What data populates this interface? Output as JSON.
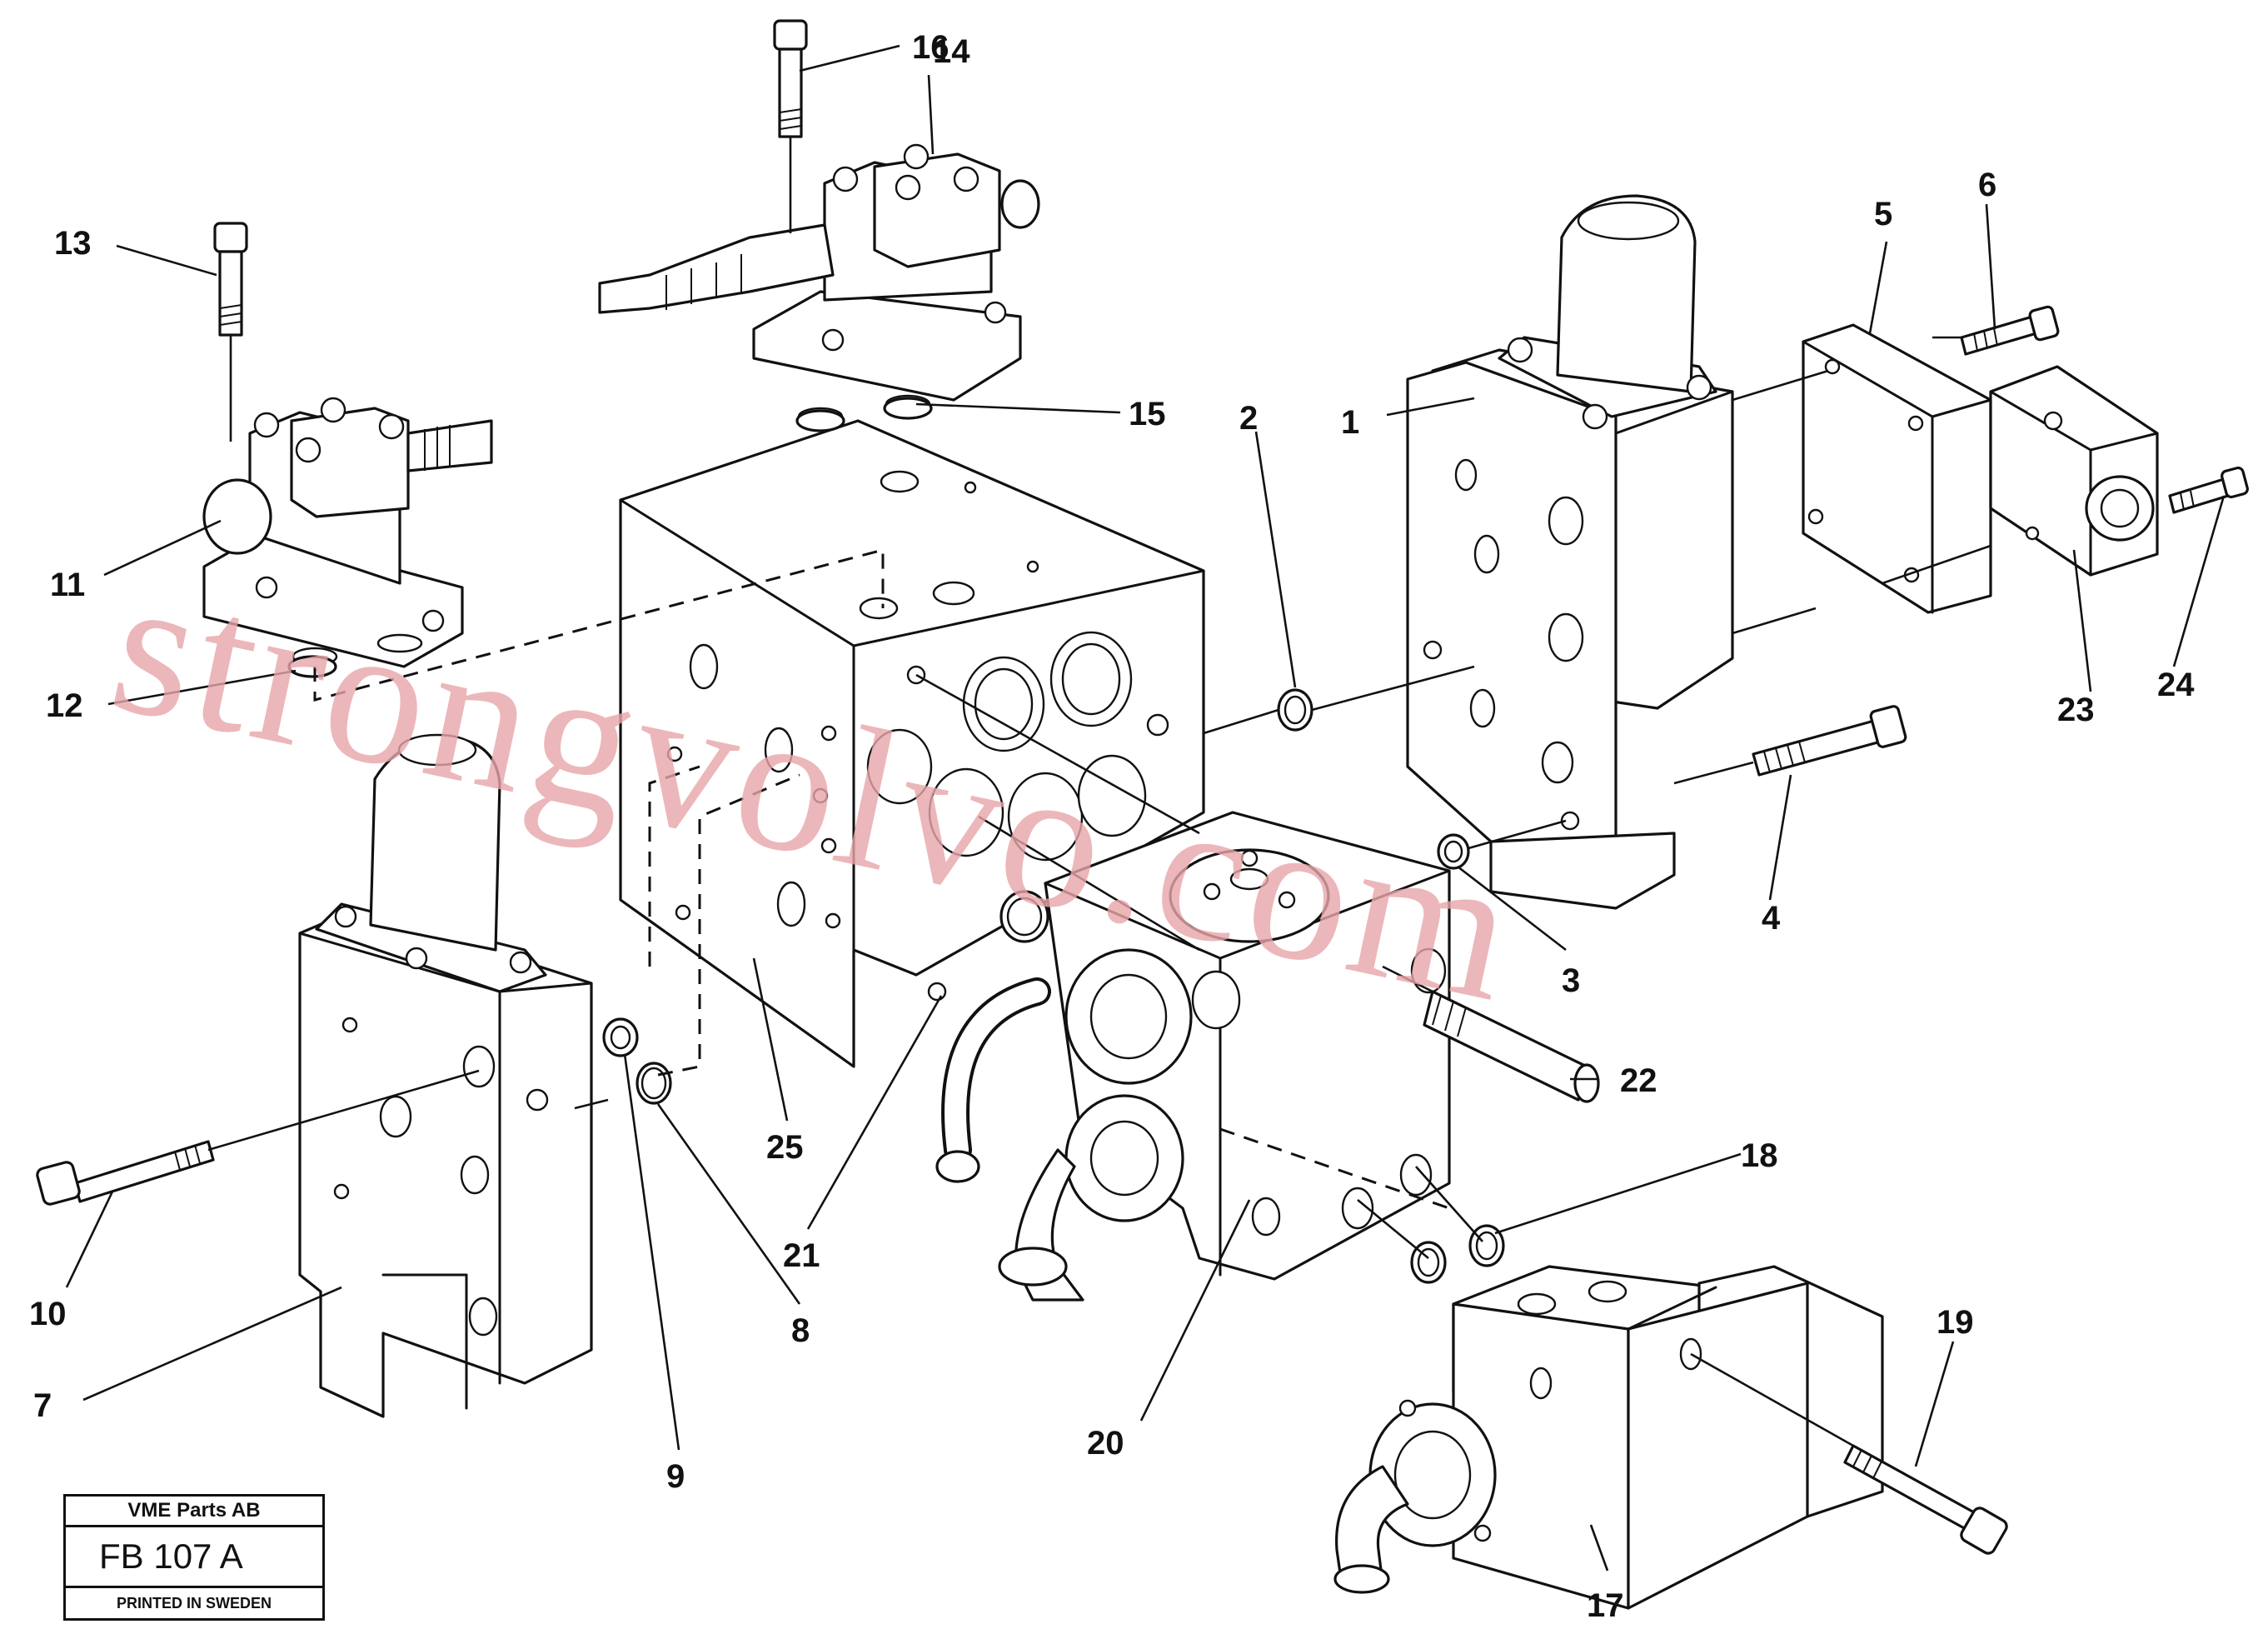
{
  "callouts": [
    {
      "label": "1"
    },
    {
      "label": "2"
    },
    {
      "label": "3"
    },
    {
      "label": "4"
    },
    {
      "label": "5"
    },
    {
      "label": "6"
    },
    {
      "label": "7"
    },
    {
      "label": "8"
    },
    {
      "label": "9"
    },
    {
      "label": "10"
    },
    {
      "label": "11"
    },
    {
      "label": "12"
    },
    {
      "label": "13"
    },
    {
      "label": "14"
    },
    {
      "label": "15"
    },
    {
      "label": "16"
    },
    {
      "label": "17"
    },
    {
      "label": "18"
    },
    {
      "label": "19"
    },
    {
      "label": "20"
    },
    {
      "label": "21"
    },
    {
      "label": "22"
    },
    {
      "label": "23"
    },
    {
      "label": "24"
    },
    {
      "label": "25"
    }
  ],
  "watermark": "strongvolvo.com",
  "stamp": {
    "company": "VME Parts AB",
    "code": "FB 107 A",
    "printed": "PRINTED IN SWEDEN"
  }
}
